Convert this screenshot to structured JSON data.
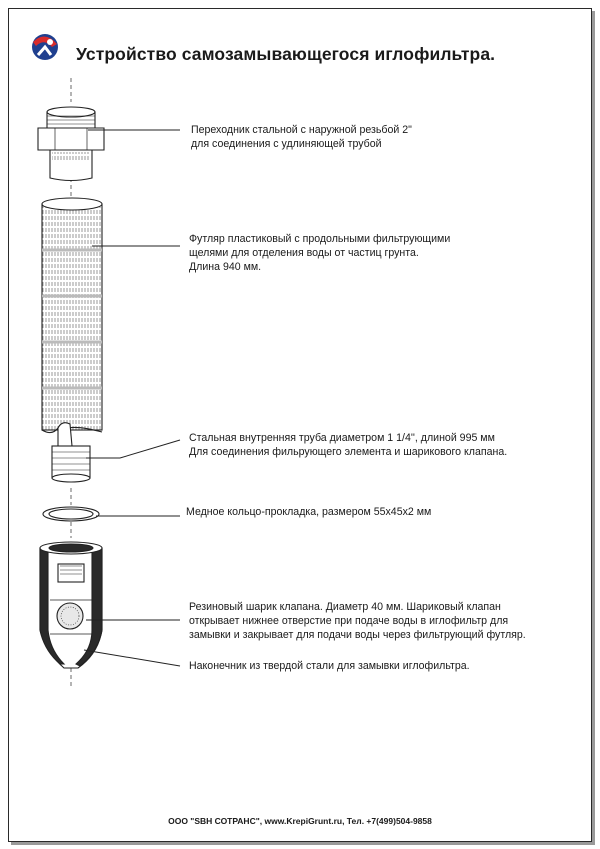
{
  "title": "Устройство самозамывающегося иглофильтра.",
  "logo_colors": {
    "red": "#d92b2b",
    "blue": "#1f3f8f"
  },
  "parts": [
    {
      "lines": [
        "Переходник стальной с наружной резьбой 2\"",
        "для соединения с удлиняющей трубой"
      ]
    },
    {
      "lines": [
        "Футляр пластиковый с продольными фильтрующими",
        "щелями для отделения воды от частиц грунта.",
        "Длина 940 мм."
      ]
    },
    {
      "lines": [
        "Стальная внутренняя труба диаметром 1 1/4'', длиной 995 мм",
        "Для соединения фильрующего элемента и шарикового клапана."
      ]
    },
    {
      "lines": [
        "Медное кольцо-прокладка, размером 55х45х2 мм"
      ]
    },
    {
      "lines": [
        "Резиновый шарик клапана. Диаметр 40 мм. Шариковый клапан",
        "открывает нижнее отверстие при подаче воды в иглофильтр для",
        "замывки и закрывает для подачи воды через фильтрующий футляр."
      ]
    },
    {
      "lines": [
        "Наконечник из твердой стали для замывки иглофильтра."
      ]
    }
  ],
  "footer": "ООО \"SBH СОТРАНС\", www.KrepiGrunt.ru, Тел. +7(499)504-9858"
}
